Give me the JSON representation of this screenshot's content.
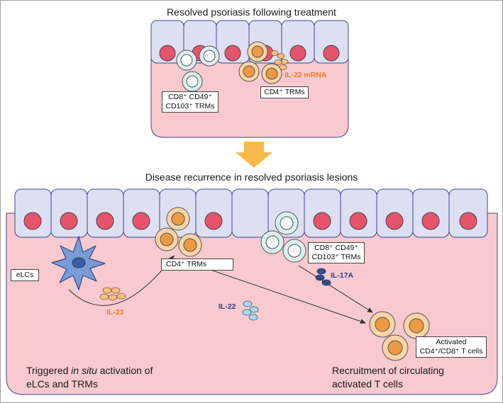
{
  "top_panel": {
    "title": "Resolved psoriasis following treatment",
    "cd8_label": "CD8⁺ CD49⁺ CD103⁺ TRMs",
    "cd8_line1": "CD8⁺ CD49⁺",
    "cd8_line2": "CD103⁺ TRMs",
    "cd4_label": "CD4⁺ TRMs",
    "il22_mrna": "IL-22 mRNA"
  },
  "bottom_panel": {
    "title": "Disease recurrence in resolved psoriasis lesions",
    "elcs_label": "eLCs",
    "il23": "IL-23",
    "cd4_label": "CD4⁺ TRMs",
    "il22": "IL-22",
    "cd8_line1": "CD8⁺ CD49⁺",
    "cd8_line2": "CD103⁺ TRMs",
    "il17a": "IL-17A",
    "activated_line1": "Activated",
    "activated_line2": "CD4⁺/CD8⁺ T cells",
    "left_caption_pre": "Triggered ",
    "left_caption_italic": "in situ",
    "left_caption_post": " activation of",
    "left_caption_line2": "eLCs and TRMs",
    "right_caption_line1": "Recruitment of circulating",
    "right_caption_line2": "activated T cells"
  },
  "colors": {
    "tissue": "#f8c9cf",
    "keratinocyte": "#dde0f2",
    "nucleus": "#e8536c",
    "cd4_cell": "#fbd4a6",
    "cd4_nucleus": "#ec9a45",
    "cd8_cell": "#dceff0",
    "elc": "#7a9bd4",
    "orange_label": "#f07d1f",
    "blue_label": "#2c3f8f",
    "arrow": "#f9b84a"
  },
  "icons": [
    "down-arrow-icon",
    "dendritic-cell-icon"
  ]
}
